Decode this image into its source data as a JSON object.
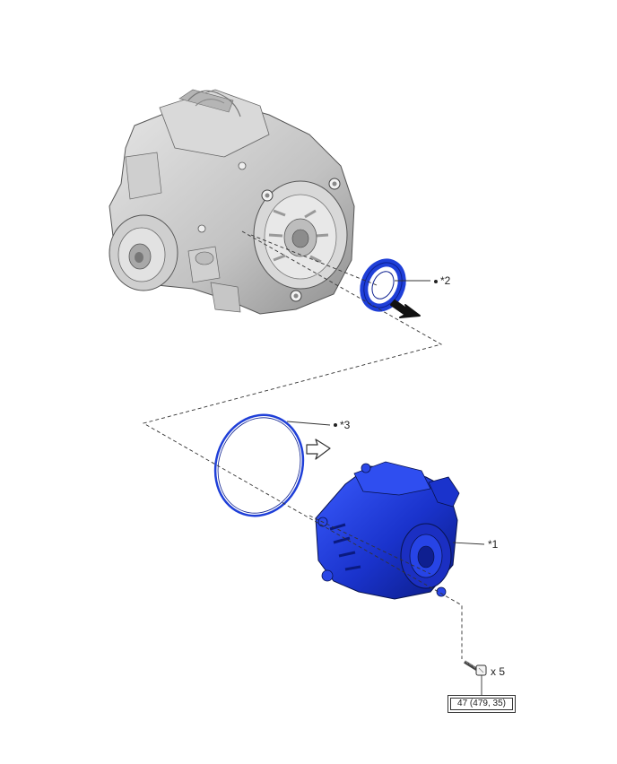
{
  "callouts": {
    "motor_label": "*1",
    "oil_seal_label": "*2",
    "o_ring_label": "*3",
    "bolt_count": "x 5"
  },
  "torque": {
    "value": "47 (479, 35)"
  },
  "colors": {
    "new_part_highlight": "#1f3fd8",
    "assembly_gray": "#c9c9c9",
    "leader_line": "#333333"
  }
}
